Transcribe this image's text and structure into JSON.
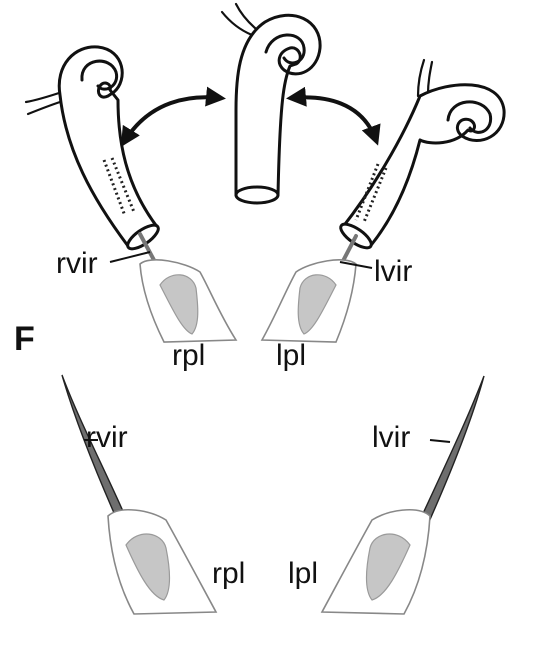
{
  "panel_label": "F",
  "labels": {
    "top_right_vir": "rvir",
    "top_left_vir": "lvir",
    "top_right_pl": "rpl",
    "top_left_pl": "lpl",
    "bottom_right_vir": "rvir",
    "bottom_left_vir": "lvir",
    "bottom_right_pl": "rpl",
    "bottom_left_pl": "lpl"
  }
}
